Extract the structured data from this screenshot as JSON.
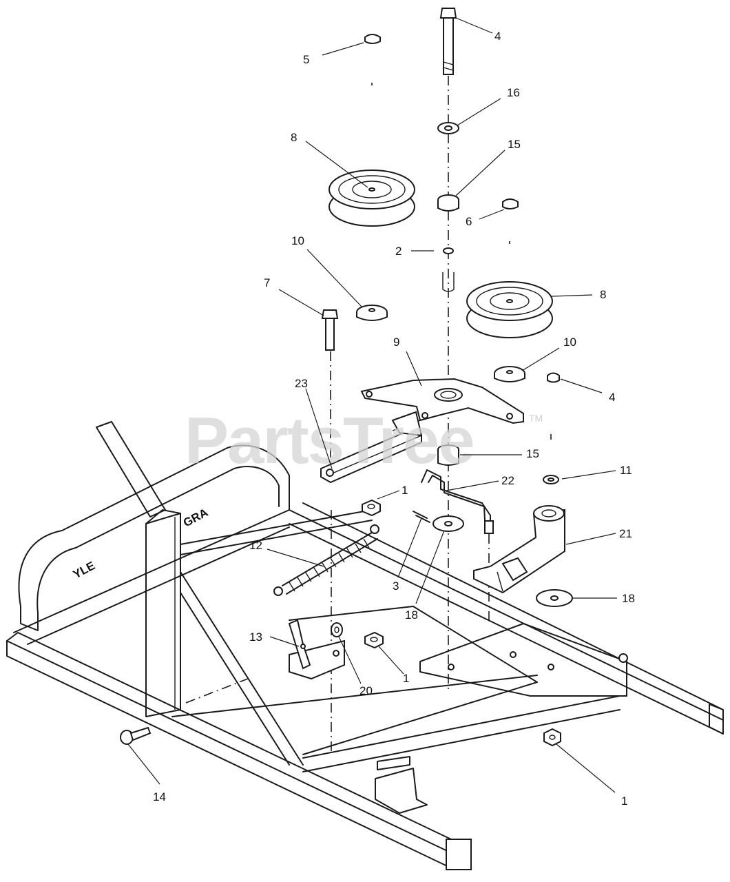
{
  "watermark": {
    "text": "PartsTree",
    "trademark": "TM"
  },
  "callouts": [
    {
      "id": "c-4-top",
      "label": "4"
    },
    {
      "id": "c-5",
      "label": "5"
    },
    {
      "id": "c-16",
      "label": "16"
    },
    {
      "id": "c-8-left",
      "label": "8"
    },
    {
      "id": "c-15-top",
      "label": "15"
    },
    {
      "id": "c-6",
      "label": "6"
    },
    {
      "id": "c-10-left",
      "label": "10"
    },
    {
      "id": "c-2",
      "label": "2"
    },
    {
      "id": "c-7",
      "label": "7"
    },
    {
      "id": "c-8-right",
      "label": "8"
    },
    {
      "id": "c-9",
      "label": "9"
    },
    {
      "id": "c-10-right",
      "label": "10"
    },
    {
      "id": "c-23",
      "label": "23"
    },
    {
      "id": "c-4-right",
      "label": "4"
    },
    {
      "id": "c-15-mid",
      "label": "15"
    },
    {
      "id": "c-11",
      "label": "11"
    },
    {
      "id": "c-1-a",
      "label": "1"
    },
    {
      "id": "c-22",
      "label": "22"
    },
    {
      "id": "c-21",
      "label": "21"
    },
    {
      "id": "c-12",
      "label": "12"
    },
    {
      "id": "c-3",
      "label": "3"
    },
    {
      "id": "c-18-left",
      "label": "18"
    },
    {
      "id": "c-18-right",
      "label": "18"
    },
    {
      "id": "c-13",
      "label": "13"
    },
    {
      "id": "c-20",
      "label": "20"
    },
    {
      "id": "c-1-b",
      "label": "1"
    },
    {
      "id": "c-14",
      "label": "14"
    },
    {
      "id": "c-1-c",
      "label": "1"
    }
  ]
}
